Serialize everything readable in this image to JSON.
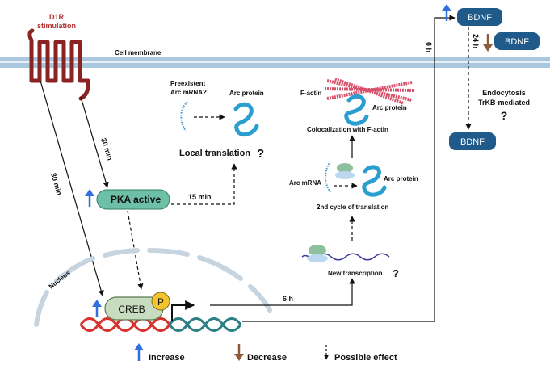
{
  "receptor": {
    "label_line1": "D1R",
    "label_line2": "stimulation"
  },
  "membrane": {
    "label": "Cell membrane"
  },
  "nucleus": {
    "label": "Nucleus"
  },
  "timings": {
    "receptor_to_pka": "30 min",
    "receptor_to_creb": "30 min",
    "pka_to_local": "15 min",
    "gene_to_transcription": "6 h",
    "gene_to_bdnf": "6 h",
    "bdnf_decrease": "24 h"
  },
  "pka": {
    "label": "PKA active"
  },
  "creb": {
    "label": "CREB",
    "phospho": "P"
  },
  "local_translation": {
    "mrna_label_line1": "Preexistent",
    "mrna_label_line2": "Arc mRNA?",
    "protein_label": "Arc protein",
    "title": "Local translation",
    "question": "?"
  },
  "factin": {
    "label": "F-actin",
    "protein_label": "Arc protein",
    "caption": "Colocalization with F-actin"
  },
  "second_cycle": {
    "mrna_label": "Arc mRNA",
    "protein_label": "Arc protein",
    "caption": "2nd cycle of translation"
  },
  "transcription": {
    "label": "New transcription",
    "question": "?"
  },
  "bdnf": {
    "top_label": "BDNF",
    "decrease_label": "BDNF",
    "bottom_label": "BDNF",
    "endocytosis_line1": "Endocytosis",
    "endocytosis_line2": "TrKB-mediated",
    "question": "?"
  },
  "legend": {
    "increase": "Increase",
    "decrease": "Decrease",
    "possible": "Possible effect"
  },
  "colors": {
    "receptor": "#8b2323",
    "pill_teal": "#6dbfa6",
    "bdnf_pill": "#1f5a8a",
    "increase_arrow": "#2f6fe0",
    "decrease_arrow": "#8c5a3c",
    "membrane": "#a9c8de",
    "dna_red": "#d8322f",
    "dna_teal": "#2d7f86",
    "arc_protein": "#2a9ed1",
    "creb": "#c8dcc0",
    "phospho": "#f4c430"
  }
}
